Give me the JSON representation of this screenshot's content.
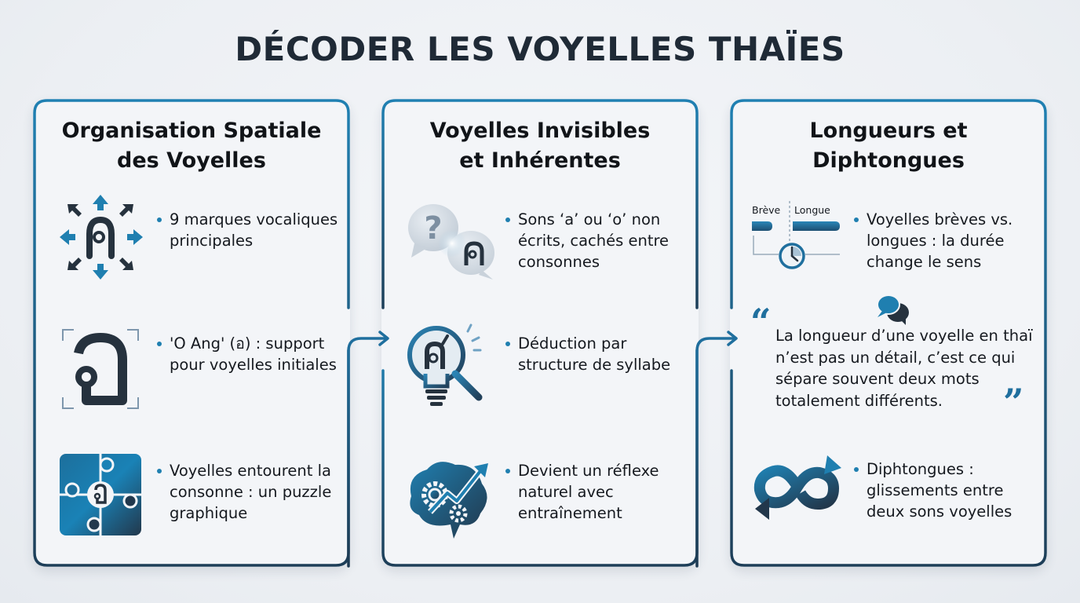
{
  "title": "DÉCODER LES VOYELLES THAÏES",
  "colors": {
    "accent": "#1f7fb0",
    "accent_dark": "#1e3f5a",
    "text": "#15191f",
    "background": "#eef1f5"
  },
  "cards": [
    {
      "title_line1": "Organisation Spatiale",
      "title_line2": "des Voyelles",
      "items": [
        {
          "icon": "directional-arrows-thai-char-icon",
          "text": "9 marques vocaliques principales"
        },
        {
          "icon": "o-ang-character-frame-icon",
          "text": "'O Ang' (อ) : support pour voyelles initiales"
        },
        {
          "icon": "puzzle-icon",
          "text": "Voyelles entourent la consonne : un puzzle graphique"
        }
      ]
    },
    {
      "title_line1": "Voyelles Invisibles",
      "title_line2": "et Inhérentes",
      "items": [
        {
          "icon": "question-speech-bubbles-icon",
          "text": "Sons ‘a’ ou ‘o’ non écrits, cachés entre consonnes"
        },
        {
          "icon": "lightbulb-magnifier-icon",
          "text": "Déduction par structure de syllabe"
        },
        {
          "icon": "brain-gears-growth-icon",
          "text": "Devient un réflexe naturel avec entraînement"
        }
      ]
    },
    {
      "title_line1": "Longueurs et",
      "title_line2": "Diphtongues",
      "items": [
        {
          "icon": "short-long-duration-clock-icon",
          "text": "Voyelles brèves vs. longues : la durée change le sens",
          "icon_labels": {
            "short": "Brève",
            "long": "Longue"
          }
        },
        {
          "icon": "infinity-loop-arrows-icon",
          "text": "Diphtongues : glissements entre deux sons voyelles"
        }
      ],
      "quote": {
        "icon": "chat-bubbles-icon",
        "open_mark": "“",
        "close_mark": "”",
        "text": "La longueur d’une voyelle en thaï n’est pas un détail, c’est ce qui sépare souvent deux mots totalement différents."
      }
    }
  ]
}
